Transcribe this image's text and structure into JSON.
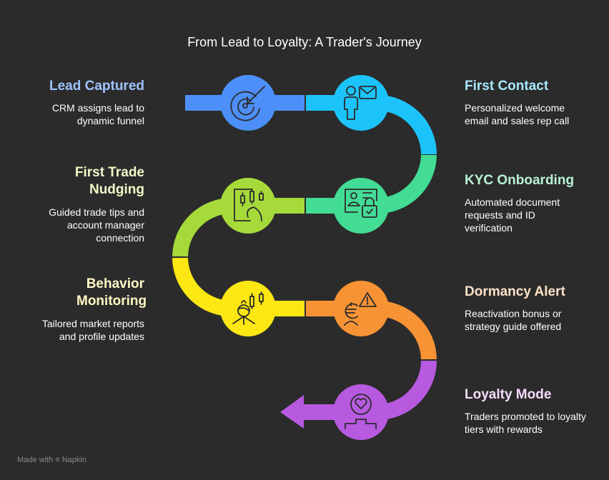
{
  "title": "From Lead to Loyalty: A Trader's Journey",
  "steps": [
    {
      "title": "Lead Captured",
      "desc": "CRM assigns lead to dynamic funnel",
      "color": "#4d8ff8",
      "icon": "target-arrow-icon"
    },
    {
      "title": "First Contact",
      "desc": "Personalized welcome email and sales rep call",
      "color": "#1cc3fa",
      "icon": "person-mail-icon"
    },
    {
      "title": "KYC Onboarding",
      "desc": "Automated document requests and ID verification",
      "color": "#43dc94",
      "icon": "id-card-lock-icon"
    },
    {
      "title": "First Trade Nudging",
      "desc": "Guided trade tips and account manager connection",
      "color": "#a5da3a",
      "icon": "tablet-candlestick-icon"
    },
    {
      "title": "Behavior Monitoring",
      "desc": "Tailored market reports and profile updates",
      "color": "#fde713",
      "icon": "person-candlestick-icon"
    },
    {
      "title": "Dormancy Alert",
      "desc": "Reactivation bonus or strategy guide offered",
      "color": "#f79335",
      "icon": "euro-person-warning-icon"
    },
    {
      "title": "Loyalty Mode",
      "desc": "Traders promoted to loyalty tiers with rewards",
      "color": "#b75ae0",
      "icon": "heart-podium-icon"
    }
  ],
  "footer": {
    "made_with": "Made with",
    "brand": "Napkin"
  }
}
